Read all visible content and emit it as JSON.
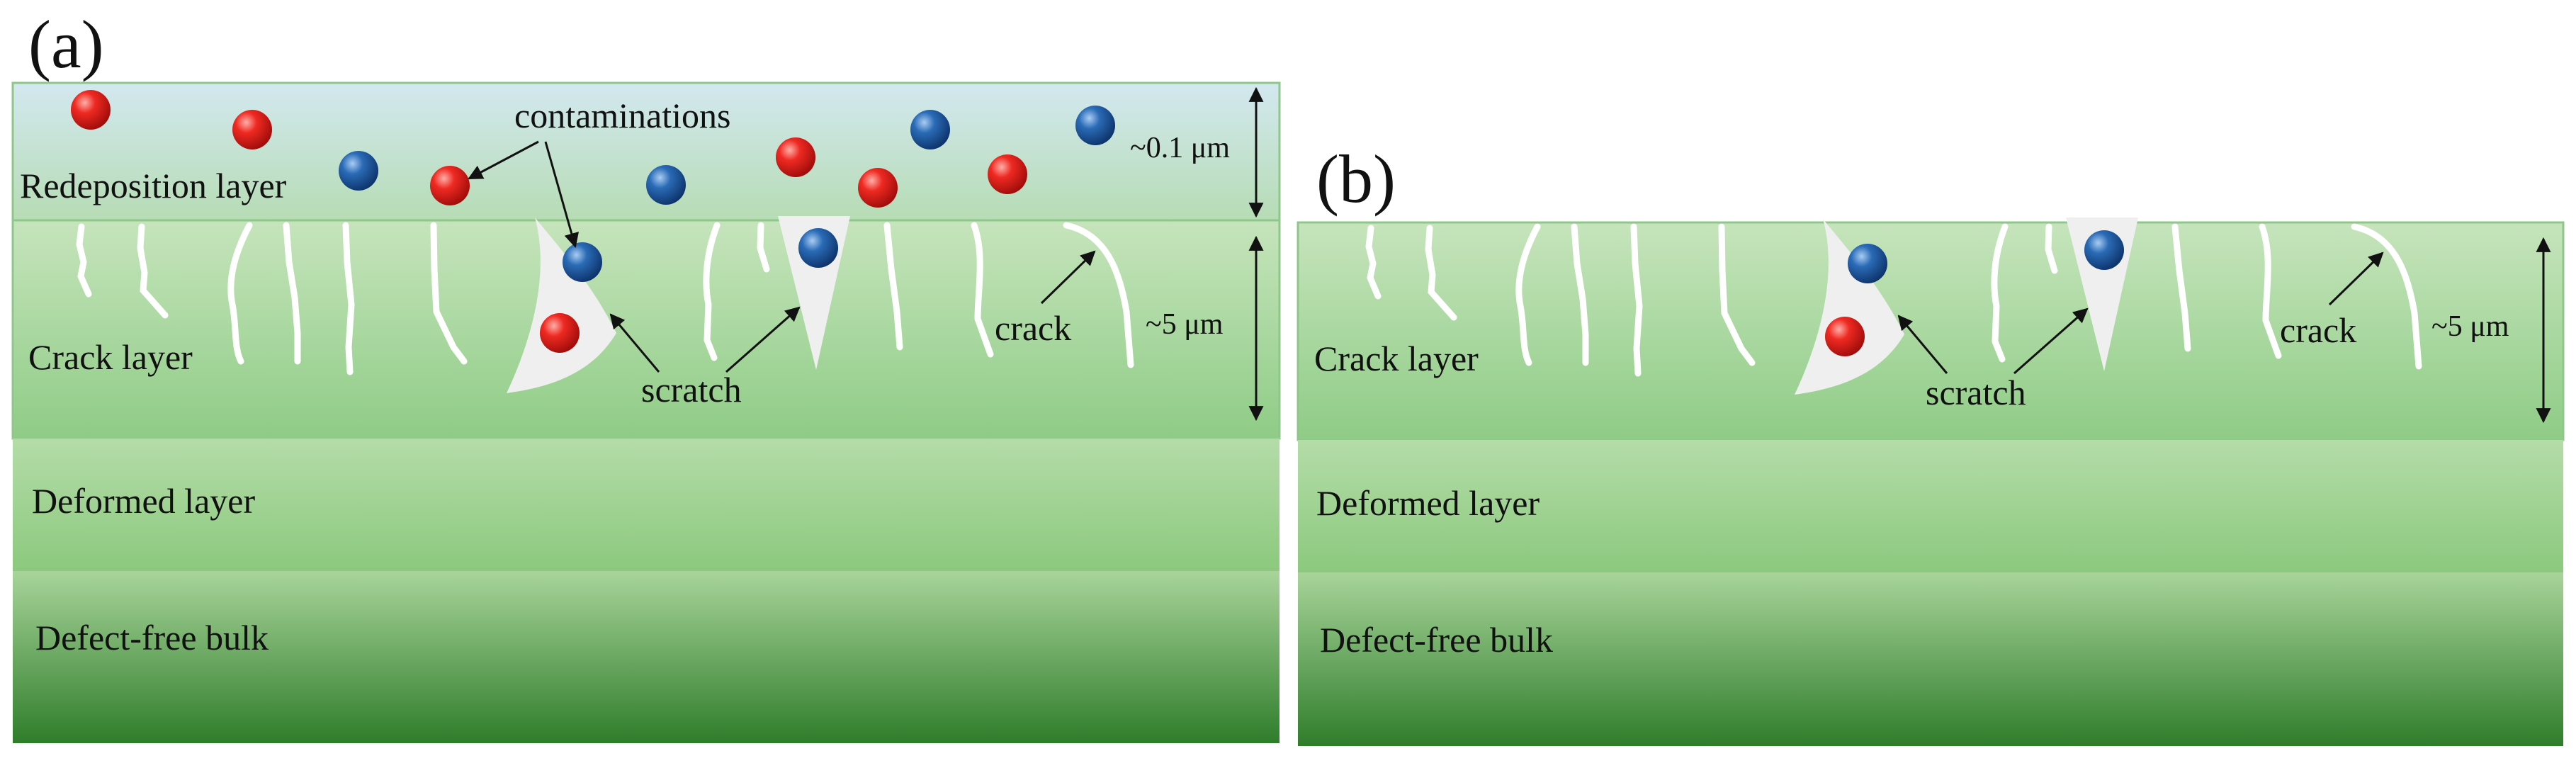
{
  "panels": {
    "a": {
      "tag": "(a)",
      "redeposition_label": "Redeposition layer",
      "redeposition_thickness": "~0.1 μm",
      "contaminations_label": "contaminations",
      "crack_layer_label": "Crack layer",
      "crack_label": "crack",
      "scratch_label": "scratch",
      "crack_thickness": "~5 μm",
      "deformed_label": "Deformed layer",
      "bulk_label": "Defect-free bulk"
    },
    "b": {
      "tag": "(b)",
      "crack_layer_label": "Crack layer",
      "crack_label": "crack",
      "scratch_label": "scratch",
      "crack_thickness": "~5 μm",
      "deformed_label": "Deformed layer",
      "bulk_label": "Defect-free bulk"
    }
  },
  "legend_colors": {
    "contamination_red": "#e8191e",
    "contamination_blue": "#1f5fa8",
    "layer_green_light": "#c8e6bc",
    "layer_green_dark": "#3f8f38",
    "redeposition_blue": "#cfe7ee"
  }
}
